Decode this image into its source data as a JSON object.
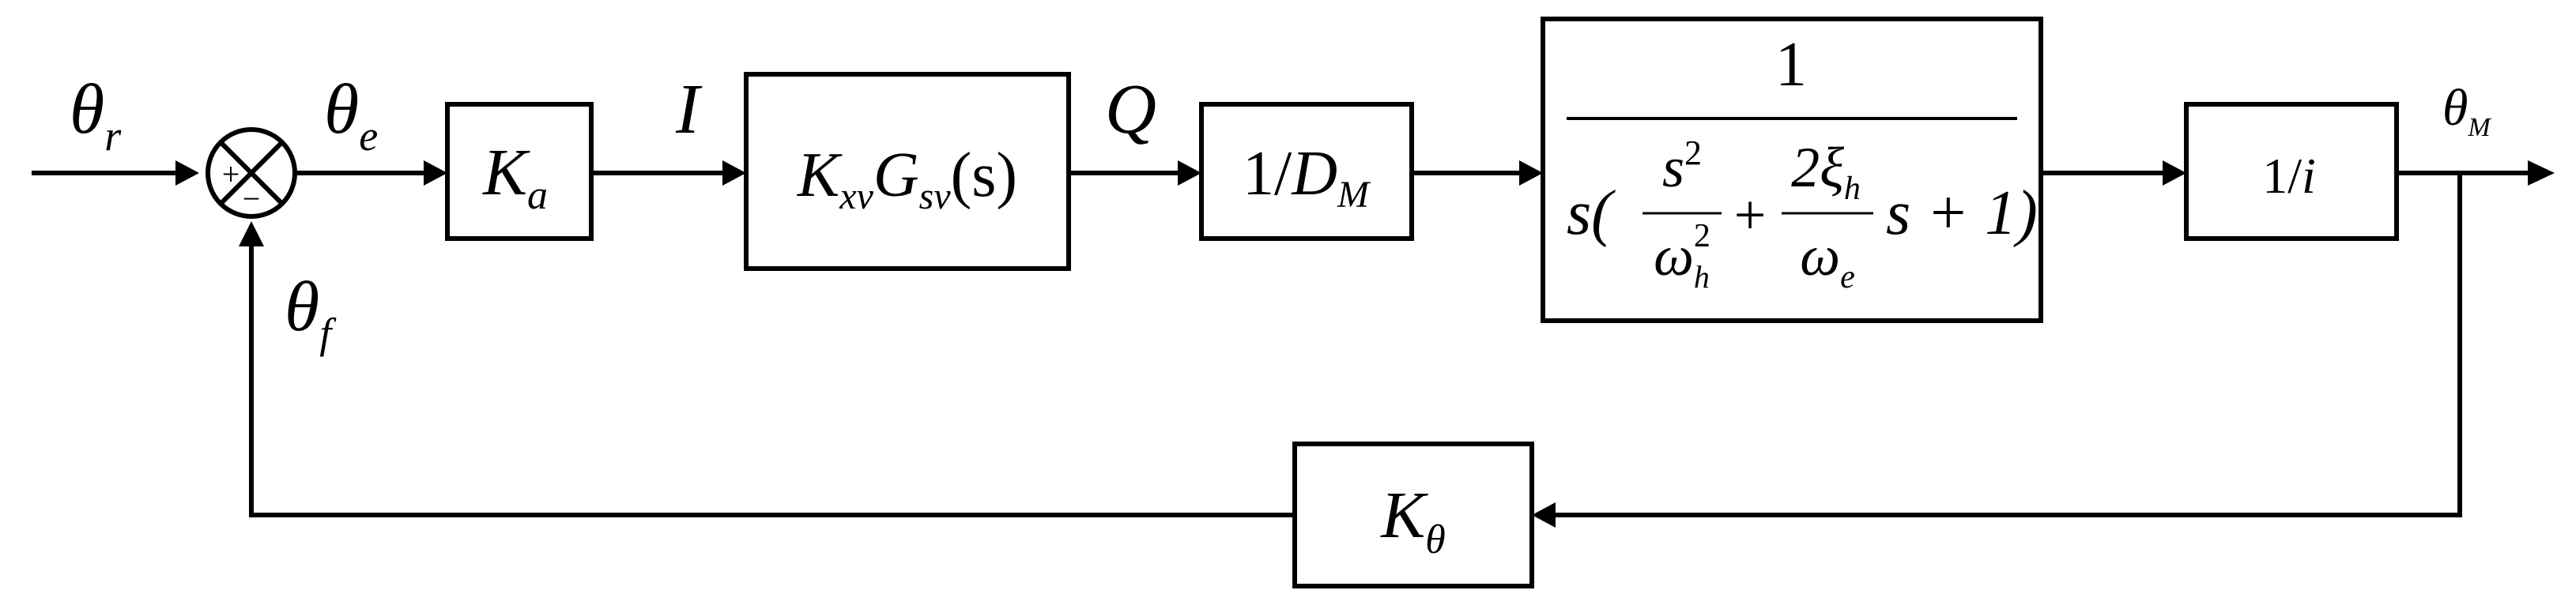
{
  "signals": {
    "reference": {
      "sym": "θ",
      "sub": "r"
    },
    "error": {
      "sym": "θ",
      "sub": "e"
    },
    "current": {
      "sym": "I"
    },
    "flow": {
      "sym": "Q"
    },
    "output": {
      "sym": "θ",
      "sub": "M"
    },
    "feedback": {
      "sym": "θ",
      "sub": "f"
    }
  },
  "summing_junction": {
    "plus_sign": "+",
    "minus_sign": "−"
  },
  "blocks": {
    "amplifier_gain": {
      "sym": "K",
      "sub": "a"
    },
    "servo_valve": {
      "k": "K",
      "k_sub": "xv",
      "g": "G",
      "g_sub": "sv",
      "arg": "(s)"
    },
    "displacement": {
      "num": "1/",
      "den": "D",
      "den_sub": "M"
    },
    "hydraulic_motor": {
      "numerator": "1",
      "s_open": "s(",
      "s2": "s",
      "s2_exp": "2",
      "omega_h": "ω",
      "omega_h_sub": "h",
      "omega_h_exp": "2",
      "plus": "+",
      "two_xi": "2ξ",
      "xi_sub": "h",
      "omega_e": "ω",
      "omega_e_sub": "e",
      "tail": "s + 1)"
    },
    "gear_ratio": {
      "text": "1/",
      "var": "i"
    },
    "feedback_gain": {
      "sym": "K",
      "sub": "θ"
    }
  }
}
